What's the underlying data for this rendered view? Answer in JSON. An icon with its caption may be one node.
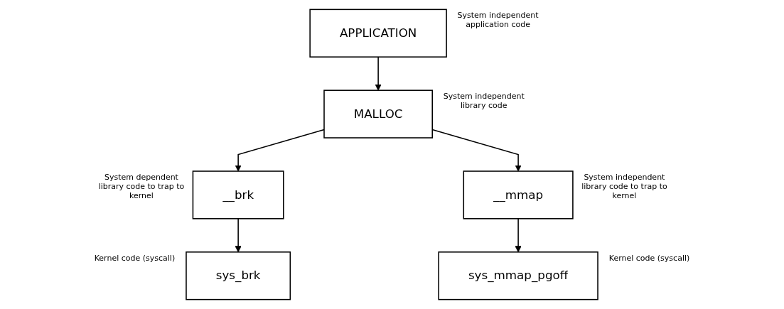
{
  "diagram": {
    "nodes": [
      {
        "text": [
          "APPLICATION"
        ],
        "beside": [
          "System independent application code"
        ]
      },
      {
        "text": [
          "MALLOC"
        ],
        "beside": [
          "System independent library code"
        ]
      },
      {
        "text": [
          "__brk"
        ],
        "beside": [
          "System dependent library code to trap to kernel"
        ]
      },
      {
        "text": [
          "__mmap"
        ],
        "beside": [
          "System independent library code to trap to kernel"
        ]
      },
      {
        "text": [
          "sys_brk"
        ],
        "beside": [
          "Kernel code (syscall)"
        ]
      },
      {
        "text": [
          "sys_mmap_pgoff"
        ],
        "beside": [
          "Kernel code (syscall)"
        ]
      }
    ],
    "edges": [
      {
        "from": 0,
        "to": 1,
        "arrow": "to"
      },
      {
        "from": 1,
        "to": 2,
        "arrow": "to"
      },
      {
        "from": 1,
        "to": 3,
        "arrow": "to"
      },
      {
        "from": 2,
        "to": 4,
        "arrow": "to"
      },
      {
        "from": 3,
        "to": 5,
        "arrow": "to"
      }
    ]
  }
}
